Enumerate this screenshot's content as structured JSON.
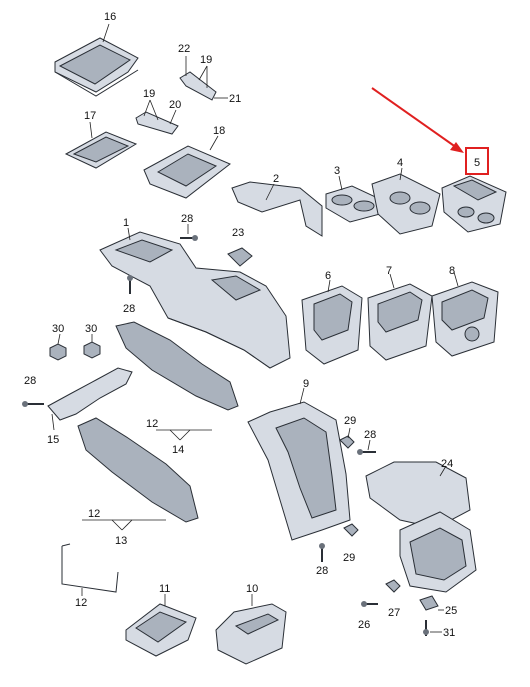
{
  "labels": {
    "p1": "1",
    "p2": "2",
    "p3": "3",
    "p4": "4",
    "p5": "5",
    "p6": "6",
    "p7": "7",
    "p8": "8",
    "p9": "9",
    "p10": "10",
    "p11": "11",
    "p12a": "12",
    "p12b": "12",
    "p12c": "12",
    "p13": "13",
    "p14": "14",
    "p15": "15",
    "p16": "16",
    "p17": "17",
    "p18": "18",
    "p19a": "19",
    "p19b": "19",
    "p20": "20",
    "p21": "21",
    "p22": "22",
    "p23": "23",
    "p24": "24",
    "p25": "25",
    "p26": "26",
    "p27": "27",
    "p28a": "28",
    "p28b": "28",
    "p28c": "28",
    "p28d": "28",
    "p28e": "28",
    "p29a": "29",
    "p29b": "29",
    "p30a": "30",
    "p30b": "30",
    "p31": "31"
  },
  "colors": {
    "highlight": "#e02020",
    "part_fill": "#d6dbe3",
    "outline": "#2a2f36"
  }
}
